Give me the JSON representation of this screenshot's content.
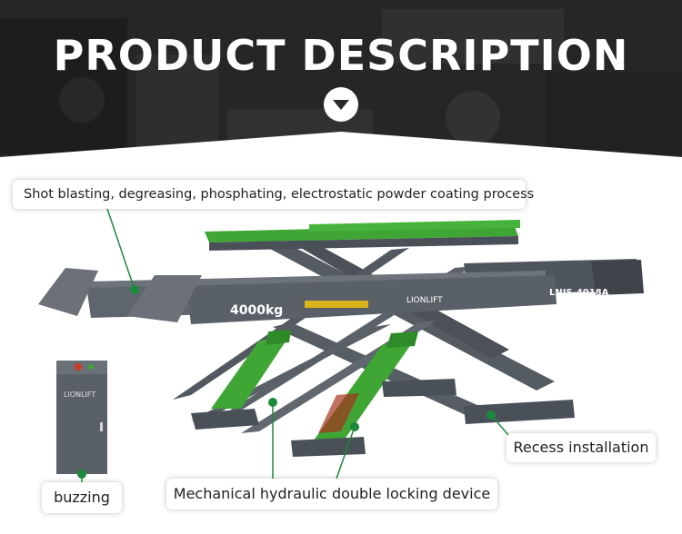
{
  "header": {
    "title": "PRODUCT DESCRIPTION",
    "scroll_icon": "chevron-down-icon"
  },
  "lift": {
    "capacity_label": "4000kg",
    "brand_label": "LIONLIFT",
    "model_label": "LNJS-4018A",
    "platform_color": "#3fa535",
    "frame_color": "#5a6068",
    "cylinder_color": "#3fa535"
  },
  "cabinet": {
    "brand_label": "LIONLIFT",
    "body_color": "#5a6068"
  },
  "callouts": {
    "coating": "Shot blasting, degreasing, phosphating, electrostatic powder coating process",
    "recess": "Recess installation",
    "buzzing": "buzzing",
    "locking": "Mechanical hydraulic double locking device"
  },
  "colors": {
    "leader_line": "#1b8a3c"
  }
}
